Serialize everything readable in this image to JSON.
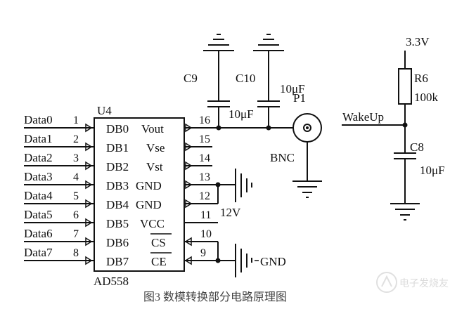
{
  "chip": {
    "ref": "U4",
    "part": "AD558",
    "left_pins": [
      {
        "num": "1",
        "net": "Data0",
        "name": "DB0"
      },
      {
        "num": "2",
        "net": "Data1",
        "name": "DB1"
      },
      {
        "num": "3",
        "net": "Data2",
        "name": "DB2"
      },
      {
        "num": "4",
        "net": "Data3",
        "name": "DB3"
      },
      {
        "num": "5",
        "net": "Data4",
        "name": "DB4"
      },
      {
        "num": "6",
        "net": "Data5",
        "name": "DB5"
      },
      {
        "num": "7",
        "net": "Data6",
        "name": "DB6"
      },
      {
        "num": "8",
        "net": "Data7",
        "name": "DB7"
      }
    ],
    "right_pins": [
      {
        "num": "16",
        "name": "Vout"
      },
      {
        "num": "15",
        "name": "Vse"
      },
      {
        "num": "14",
        "name": "Vst"
      },
      {
        "num": "13",
        "name": "GND"
      },
      {
        "num": "12",
        "name": "GND"
      },
      {
        "num": "11",
        "name": "VCC"
      },
      {
        "num": "10",
        "name": "CS"
      },
      {
        "num": "9",
        "name": "CE"
      }
    ]
  },
  "components": {
    "c9": {
      "ref": "C9",
      "value": "10μF"
    },
    "c10": {
      "ref": "C10",
      "value": "10μF"
    },
    "p1": {
      "ref": "P1",
      "type": "BNC"
    },
    "r6": {
      "ref": "R6",
      "value": "100k"
    },
    "c8": {
      "ref": "C8",
      "value": "10μF"
    }
  },
  "nets": {
    "supply": "3.3V",
    "wakeup": "WakeUp",
    "vcc": "12V",
    "gnd": "GND"
  },
  "caption": "图3  数模转换部分电路原理图",
  "watermark": "电子发烧友"
}
